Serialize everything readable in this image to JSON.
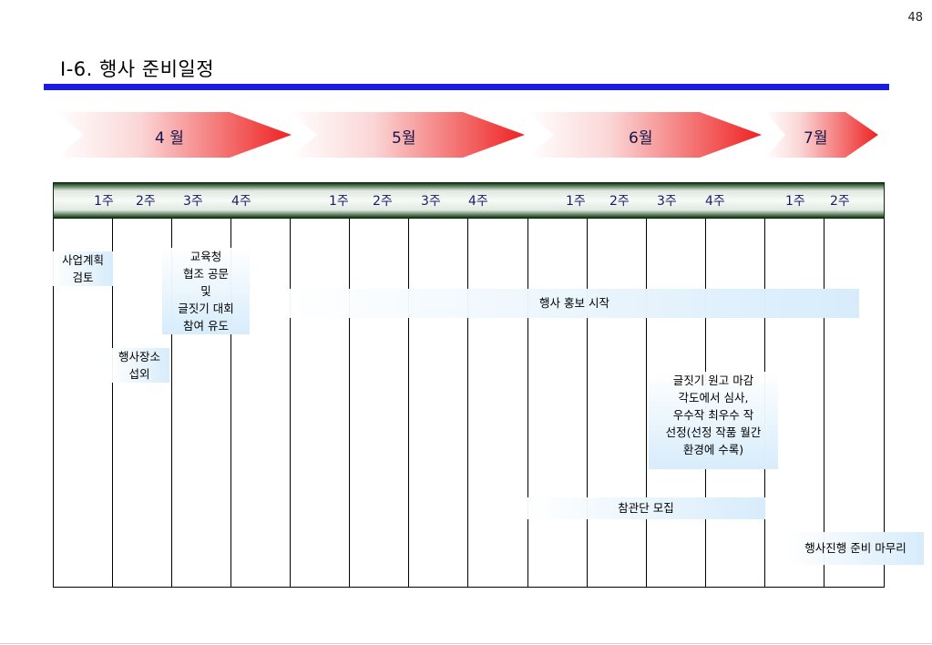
{
  "page_number": "48",
  "title": "Ⅰ-6. 행사 준비일정",
  "months": [
    "4 월",
    "5월",
    "6월",
    "7월"
  ],
  "weeks": [
    "1주",
    "2주",
    "3주",
    "4주",
    "1주",
    "2주",
    "3주",
    "4주",
    "1주",
    "2주",
    "3주",
    "4주",
    "1주",
    "2주"
  ],
  "tasks": {
    "plan_review": [
      "사업계획",
      "검토"
    ],
    "venue": [
      "행사장소",
      "섭외"
    ],
    "edu": [
      "교육청",
      "협조 공문",
      "및",
      "글짓기 대회",
      "참여 유도"
    ],
    "promo": "행사 홍보 시작",
    "judging": [
      "글짓기 원고 마감",
      "각도에서 심사,",
      "우수작 최우수 작",
      "선정(선정 작품 월간",
      "환경에 수록)"
    ],
    "audience": "참관단 모집",
    "final": "행사진행 준비 마무리"
  },
  "colors": {
    "title_bar": "#1a1ae0",
    "arrow": "#ee2222",
    "header_dark": "#0f3a12",
    "task_fill": "#d7ecfb"
  }
}
